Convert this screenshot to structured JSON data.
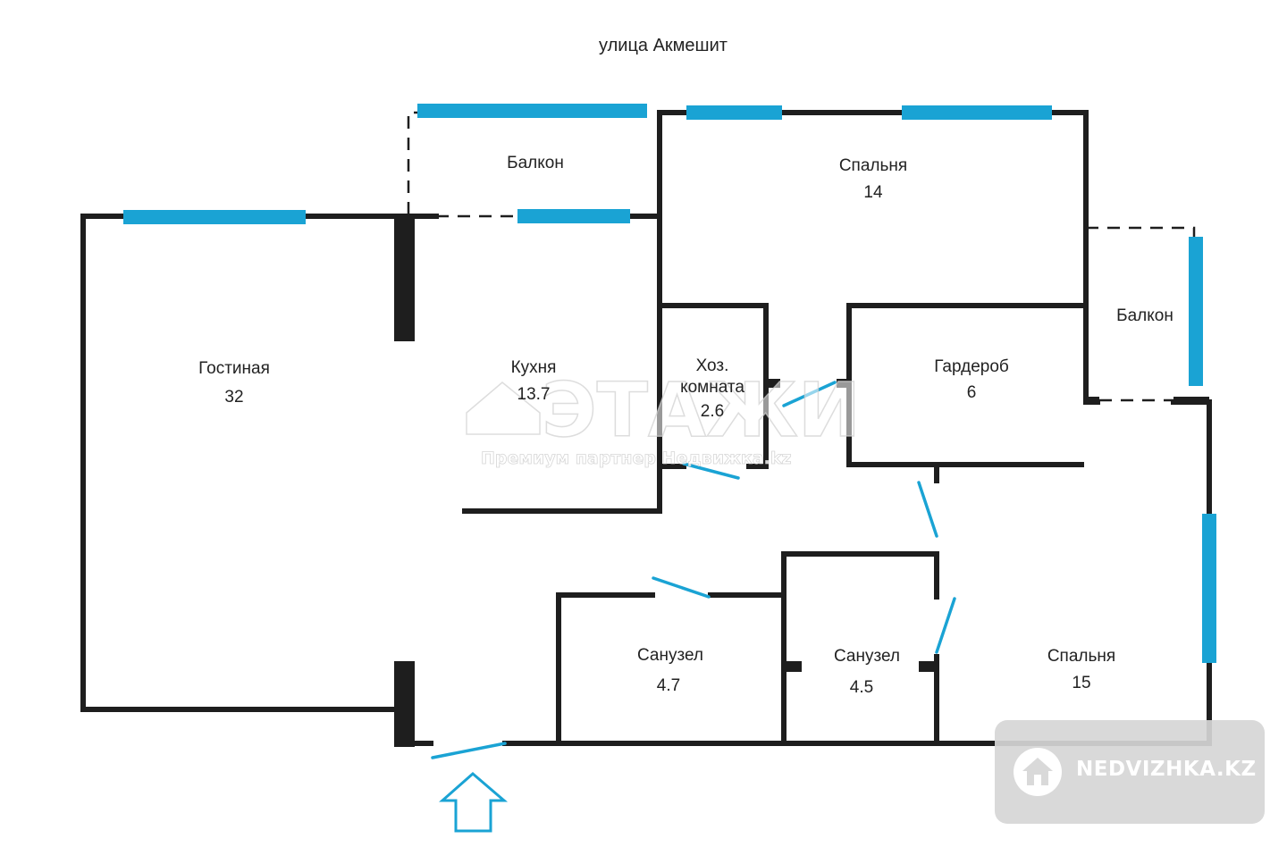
{
  "street_label": "улица Акмешит",
  "rooms": {
    "living": {
      "name": "Гостиная",
      "area": "32"
    },
    "kitchen": {
      "name": "Кухня",
      "area": "13.7"
    },
    "balcony_top": {
      "name": "Балкон"
    },
    "bedroom_top": {
      "name": "Спальня",
      "area": "14"
    },
    "storage": {
      "name_line1": "Хоз.",
      "name_line2": "комната",
      "area": "2.6"
    },
    "wardrobe": {
      "name": "Гардероб",
      "area": "6"
    },
    "balcony_right": {
      "name": "Балкон"
    },
    "bathroom_1": {
      "name": "Санузел",
      "area": "4.7"
    },
    "bathroom_2": {
      "name": "Санузел",
      "area": "4.5"
    },
    "bedroom_bottom": {
      "name": "Спальня",
      "area": "15"
    }
  },
  "watermark": {
    "logo_text": "ЭТАЖИ",
    "partner_text": "Премиум партнер Недвижка.kz"
  },
  "badge": {
    "text": "NEDVIZHKA.KZ",
    "icon": "house-icon"
  },
  "colors": {
    "wall": "#1e1e1e",
    "window": "#1aa3d4",
    "door": "#1aa3d4",
    "badge_bg": "#d6d6d6"
  }
}
